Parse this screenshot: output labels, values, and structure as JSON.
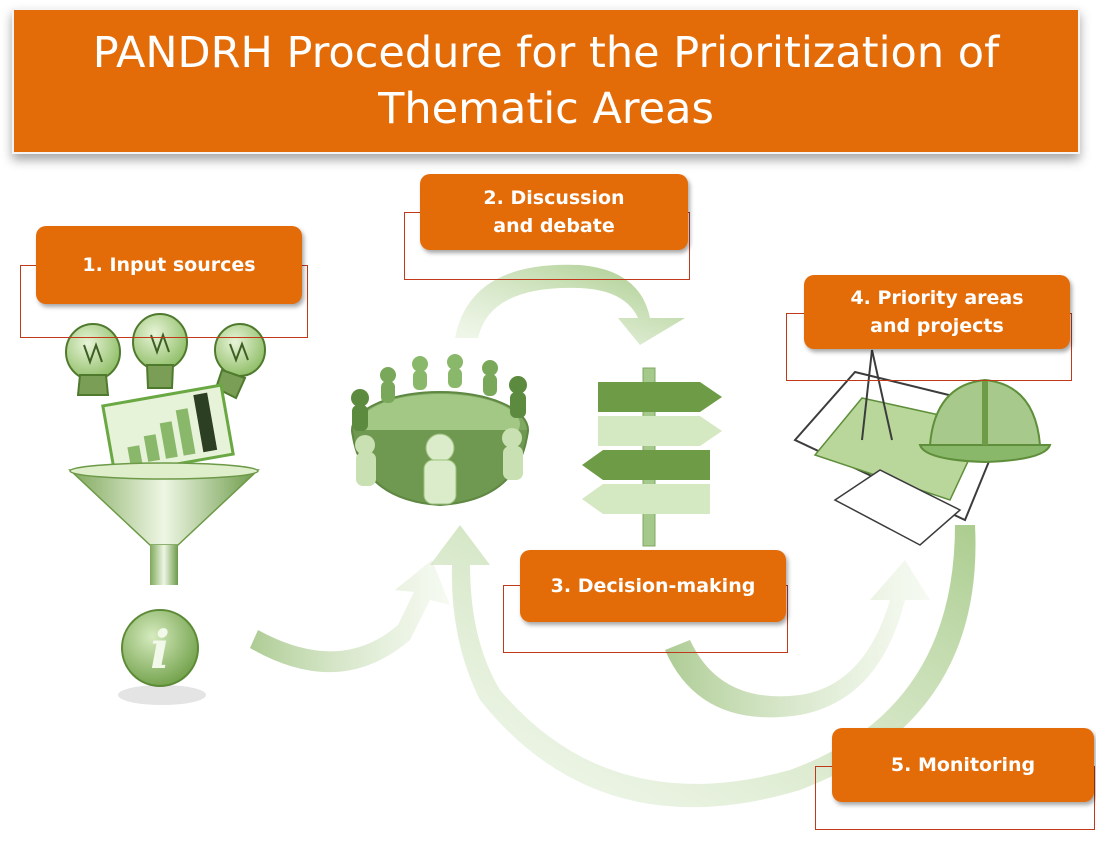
{
  "title": {
    "line1": "PANDRH Procedure for the Prioritization of",
    "line2": "Thematic Areas"
  },
  "steps": [
    {
      "label": "1. Input sources"
    },
    {
      "label": "2. Discussion and debate"
    },
    {
      "label": "3. Decision-making"
    },
    {
      "label": "4. Priority areas and projects"
    },
    {
      "label": "5. Monitoring"
    }
  ],
  "colors": {
    "accent": "#e36c09",
    "green_dark": "#5f8f3a",
    "green_mid": "#8fbf68",
    "green_light": "#cfe5b5"
  },
  "icons": [
    "lightbulb-icon",
    "bar-chart-icon",
    "funnel-icon",
    "info-icon",
    "meeting-table-icon",
    "signpost-icon",
    "blueprint-icon",
    "hard-hat-icon"
  ]
}
